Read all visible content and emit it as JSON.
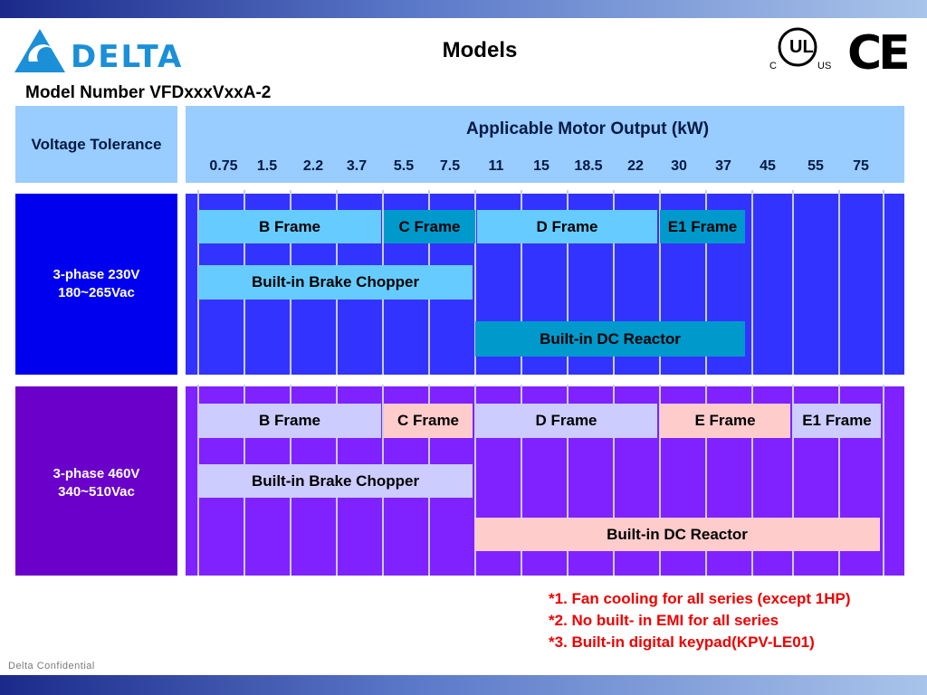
{
  "header": {
    "brand": "DELTA",
    "title": "Models",
    "model_number": "Model Number VFDxxxVxxA-2"
  },
  "certifications": {
    "ul_c": "C",
    "ul_us": "US",
    "ul_mark": "UL",
    "ce": "CE"
  },
  "table": {
    "voltage_header": "Voltage Tolerance",
    "output_header": "Applicable Motor Output (kW)",
    "kw_values": [
      "0.75",
      "1.5",
      "2.2",
      "3.7",
      "5.5",
      "7.5",
      "11",
      "15",
      "18.5",
      "22",
      "30",
      "37",
      "45",
      "55",
      "75"
    ],
    "rows": [
      {
        "label": "3-phase  230V\n180~265Vac",
        "frames": [
          {
            "label": "B Frame",
            "color": "#66ccff"
          },
          {
            "label": "C Frame",
            "color": "#0099cc"
          },
          {
            "label": "D Frame",
            "color": "#66ccff"
          },
          {
            "label": "E1 Frame",
            "color": "#0099cc"
          }
        ],
        "brake": "Built-in Brake Chopper",
        "reactor": "Built-in DC Reactor"
      },
      {
        "label": "3-phase  460V\n340~510Vac",
        "frames": [
          {
            "label": "B Frame",
            "color": "#ccccff"
          },
          {
            "label": "C Frame",
            "color": "#ffcccc"
          },
          {
            "label": "D Frame",
            "color": "#ccccff"
          },
          {
            "label": "E Frame",
            "color": "#ffcccc"
          },
          {
            "label": "E1 Frame",
            "color": "#ccccff"
          }
        ],
        "brake": "Built-in Brake Chopper",
        "reactor": "Built-in DC Reactor"
      }
    ]
  },
  "notes": [
    "*1. Fan cooling for all series (except 1HP)",
    "*2. No built- in EMI for all series",
    "*3. Built-in digital keypad(KPV-LE01)"
  ],
  "footer": "Delta Confidential",
  "colors": {
    "header_blue": "#99ccff",
    "row_230v": "#3333ff",
    "row_460v": "#7f22ff",
    "note_red": "#ee0000"
  }
}
